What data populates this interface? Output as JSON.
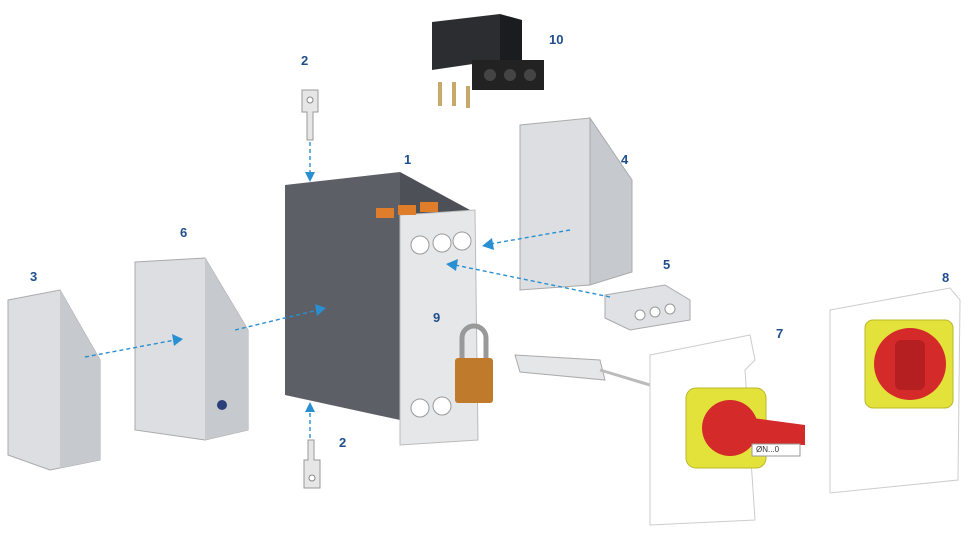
{
  "labels": {
    "main_breaker": "1",
    "mounting_clip_top": "2",
    "mounting_clip_bottom": "2",
    "side_contact_left": "3",
    "front_auxiliary": "4",
    "front_contact": "5",
    "side_module": "6",
    "door_handle_yellow": "7",
    "door_handle_red": "8",
    "padlock": "9",
    "terminal_block": "10"
  },
  "handle_marking": "ØN...0",
  "colors": {
    "label": "#1f4e8c",
    "arrow": "#2a8fd0",
    "breaker_body": "#5c5f66",
    "module_grey": "#d9dbde",
    "handle_red": "#d42a2a",
    "handle_yellow": "#e3e23a",
    "padlock": "#c07a2c"
  }
}
